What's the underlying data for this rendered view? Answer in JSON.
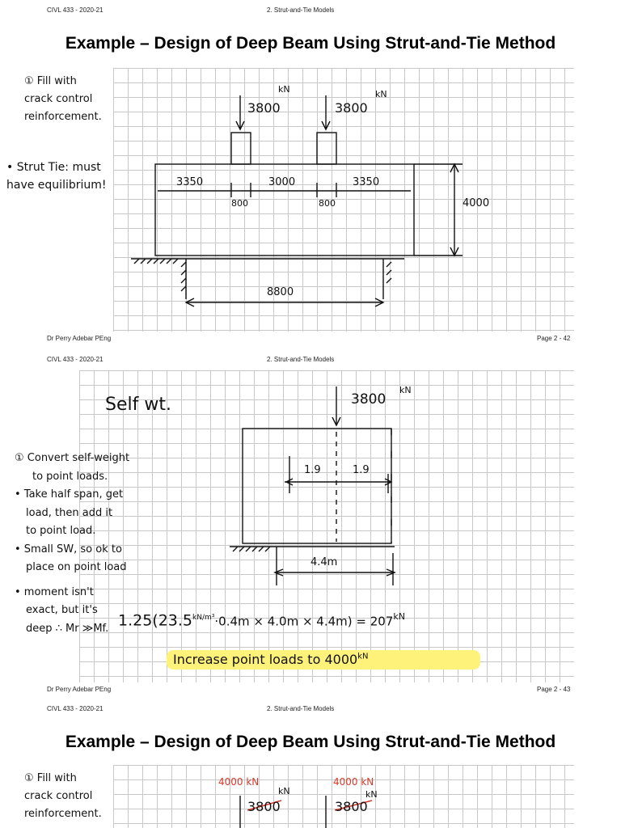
{
  "slide1": {
    "header_left": "CIVL 433 - 2020-21",
    "header_center": "2. Strut-and-Tie Models",
    "title": "Example – Design of Deep Beam Using Strut-and-Tie Method",
    "note1_line1": "① Fill with",
    "note1_line2": "crack control",
    "note1_line3": "reinforcement.",
    "note2_line1": "• Strut Tie: must",
    "note2_line2": "have equilibrium!",
    "load_left": "3800",
    "load_right": "3800",
    "load_unit_left": "kN",
    "load_unit_right": "kN",
    "dim_3350_left": "3350",
    "dim_3000": "3000",
    "dim_3350_right": "3350",
    "dim_800_left": "800",
    "dim_800_right": "800",
    "dim_height": "4000",
    "dim_span": "8800",
    "footer_left": "Dr Perry Adebar PEng",
    "footer_right": "Page 2 - 42"
  },
  "slide2": {
    "header_left": "CIVL 433 - 2020-21",
    "header_center": "2. Strut-and-Tie Models",
    "self_wt": "Self wt.",
    "load": "3800",
    "load_unit": "kN",
    "note_l1": "① Convert self-weight",
    "note_l2": "to point loads.",
    "note_l3": "• Take half span, get",
    "note_l4": "load, then add it",
    "note_l5": "to point load.",
    "note_l6": "• Small SW, so ok to",
    "note_l7": "place on point load",
    "note_l8": "• moment isn't",
    "note_l9": "exact, but it's",
    "note_l10": "deep ∴ Mr ≫Mf.",
    "dim_19_left": "1.9",
    "dim_19_right": "1.9",
    "dim_44": "4.4m",
    "equation": "1.25(23.5",
    "equation_unit": "kN/m³",
    "equation_rest": "·0.4m × 4.0m × 4.4m) = 207",
    "equation_result_unit": "kN",
    "increase": "Increase point loads to 4000",
    "increase_unit": "kN",
    "footer_left": "Dr Perry Adebar PEng",
    "footer_right": "Page 2 - 43"
  },
  "slide3": {
    "header_left": "CIVL 433 - 2020-21",
    "header_center": "2. Strut-and-Tie Models",
    "title": "Example – Design of Deep Beam Using Strut-and-Tie Method",
    "note1_line1": "① Fill with",
    "note1_line2": "crack control",
    "note1_line3": "reinforcement.",
    "new_load_left": "4000 kN",
    "new_load_right": "4000 kN",
    "old_load_left": "3800",
    "old_load_right": "3800",
    "unit_left": "kN",
    "unit_right": "kN"
  }
}
